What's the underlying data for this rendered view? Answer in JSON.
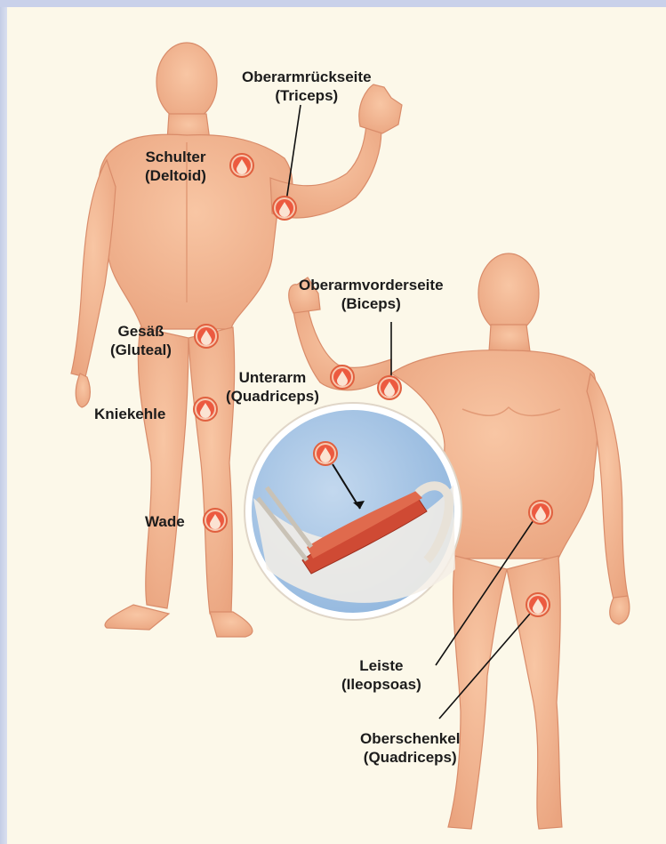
{
  "colors": {
    "skin": "#f4b894",
    "skin_shadow": "#e59a78",
    "marker_fill": "#e9553f",
    "marker_ring": "#f7c9b0",
    "inset_water": "#a9c8e6",
    "muscle": "#cf4a34",
    "background": "#fcf8e9"
  },
  "labels": {
    "triceps": {
      "line1": "Oberarmrückseite",
      "line2": "(Triceps)"
    },
    "deltoid": {
      "line1": "Schulter",
      "line2": "(Deltoid)"
    },
    "biceps": {
      "line1": "Oberarmvorderseite",
      "line2": "(Biceps)"
    },
    "gluteal": {
      "line1": "Gesäß",
      "line2": "(Gluteal)"
    },
    "forearm": {
      "line1": "Unterarm",
      "line2": "(Quadriceps)"
    },
    "knee": {
      "line1": "Kniekehle"
    },
    "calf": {
      "line1": "Wade"
    },
    "groin": {
      "line1": "Leiste",
      "line2": "(Ileopsoas)"
    },
    "thigh": {
      "line1": "Oberschenkel",
      "line2": "(Quadriceps)"
    }
  },
  "icons": {
    "injection_site": "blood-drop-marker-icon"
  }
}
